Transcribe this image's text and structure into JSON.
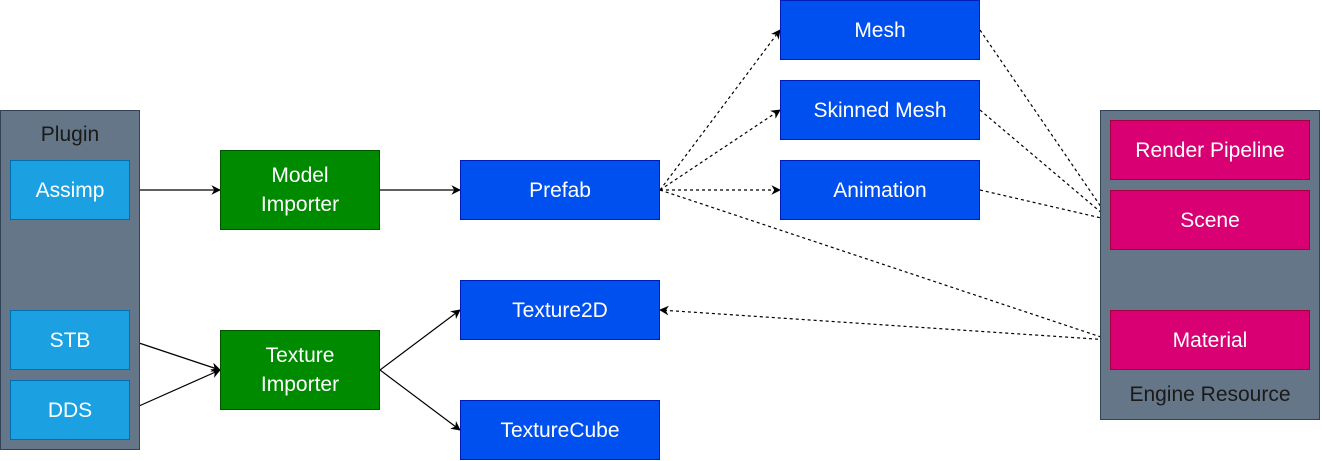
{
  "groups": {
    "plugin": "Plugin",
    "engine_resource": "Engine Resource"
  },
  "nodes": {
    "assimp": "Assimp",
    "stb": "STB",
    "dds": "DDS",
    "model_importer": "Model\nImporter",
    "texture_importer": "Texture\nImporter",
    "prefab": "Prefab",
    "texture2d": "Texture2D",
    "texturecube": "TextureCube",
    "mesh": "Mesh",
    "skinned_mesh": "Skinned Mesh",
    "animation": "Animation",
    "render_pipeline": "Render Pipeline",
    "scene": "Scene",
    "material": "Material"
  },
  "edges": [
    {
      "from": "assimp",
      "to": "model_importer",
      "style": "solid"
    },
    {
      "from": "model_importer",
      "to": "prefab",
      "style": "solid"
    },
    {
      "from": "stb",
      "to": "texture_importer",
      "style": "solid"
    },
    {
      "from": "dds",
      "to": "texture_importer",
      "style": "solid"
    },
    {
      "from": "texture_importer",
      "to": "texture2d",
      "style": "solid"
    },
    {
      "from": "texture_importer",
      "to": "texturecube",
      "style": "solid"
    },
    {
      "from": "prefab",
      "to": "mesh",
      "style": "dashed"
    },
    {
      "from": "prefab",
      "to": "skinned_mesh",
      "style": "dashed"
    },
    {
      "from": "prefab",
      "to": "animation",
      "style": "dashed"
    },
    {
      "from": "prefab",
      "to": "material",
      "style": "dashed"
    },
    {
      "from": "mesh",
      "to": "scene",
      "style": "dashed"
    },
    {
      "from": "skinned_mesh",
      "to": "scene",
      "style": "dashed"
    },
    {
      "from": "animation",
      "to": "scene",
      "style": "dashed"
    },
    {
      "from": "material",
      "to": "scene",
      "style": "dashed"
    },
    {
      "from": "material",
      "to": "texture2d",
      "style": "dashed"
    }
  ],
  "colors": {
    "group_fill": "#647687",
    "plugin_fill": "#1ba1e2",
    "importer_fill": "#008a00",
    "resource_fill": "#0050ef",
    "engine_fill": "#d80073",
    "edge": "#000000"
  }
}
